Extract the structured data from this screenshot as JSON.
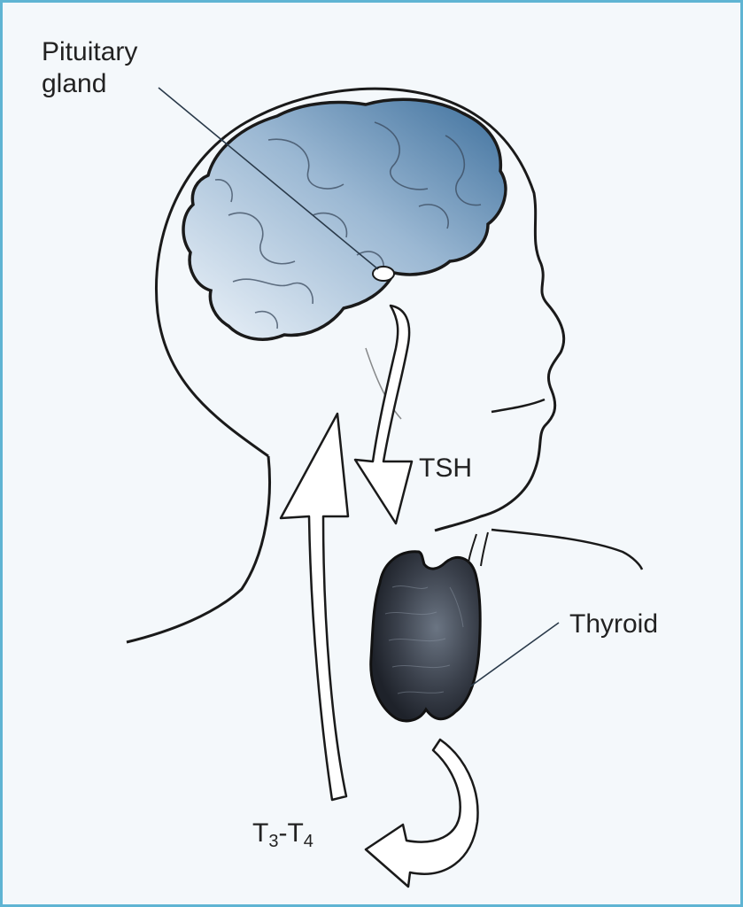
{
  "labels": {
    "pituitary_line1": "Pituitary",
    "pituitary_line2": "gland",
    "tsh": "TSH",
    "thyroid": "Thyroid",
    "t3": "T",
    "t3_sub": "3",
    "t3_dash": "-",
    "t4": "T",
    "t4_sub": "4"
  },
  "colors": {
    "border": "#5fb4d3",
    "background": "#f4f8fb",
    "outline": "#1a1a1a",
    "brain_dark": "#3d6f9c",
    "brain_light": "#eef4fa",
    "thyroid_fill": "#2b2f38",
    "arrow_fill": "#ffffff"
  }
}
